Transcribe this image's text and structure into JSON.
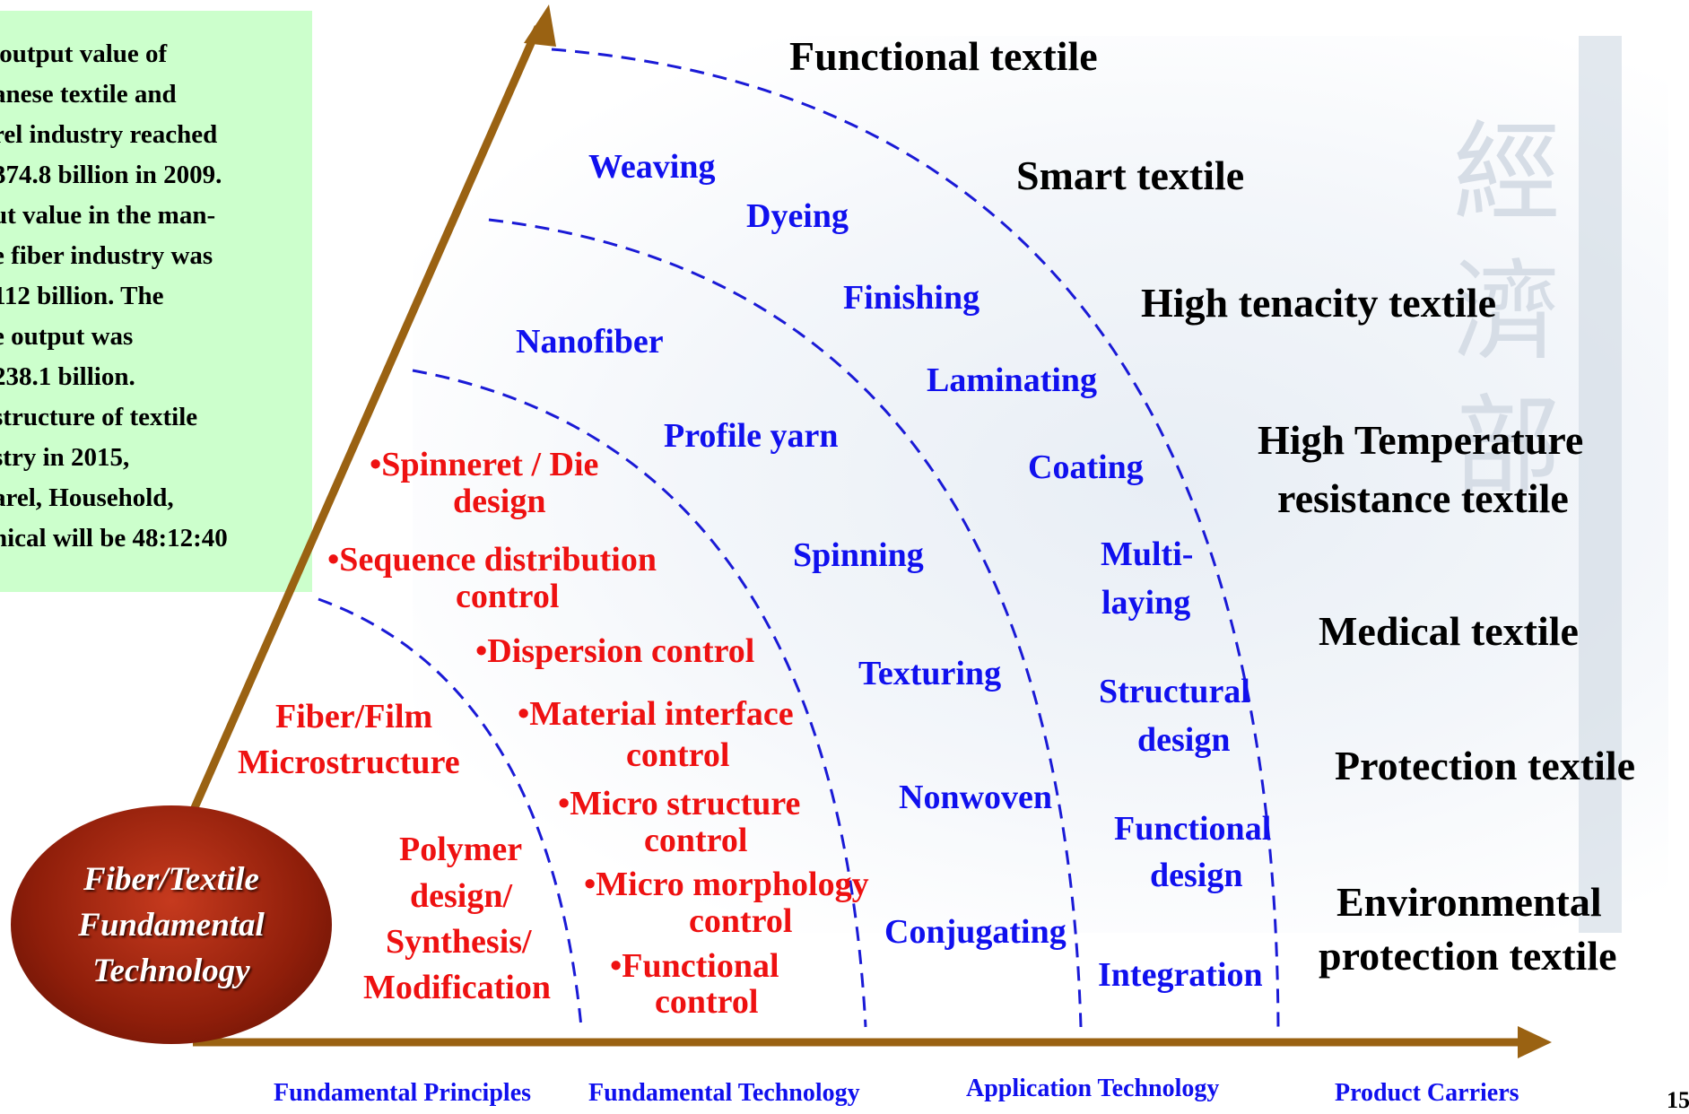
{
  "info_box": {
    "text": " output value of\nanese textile and\nrel industry reached\n374.8 billion in 2009.\nut value in the man-\ne fiber industry was\n112 billion. The\ne output was\n238.1 billion.\nstructure of textile\nstry in 2015,\narel, Household,\nnical will be 48:12:40"
  },
  "core": {
    "label": "Fiber/Textile\nFundamental\nTechnology"
  },
  "products": [
    "Functional textile",
    "Smart textile",
    "High tenacity textile",
    "High Temperature",
    "resistance textile",
    "Medical textile",
    "Protection textile",
    "Environmental",
    "protection textile"
  ],
  "application_tech": [
    "Weaving",
    "Dyeing",
    "Finishing",
    "Laminating",
    "Coating",
    "Multi-",
    "laying",
    "Structural",
    "design",
    "Functional",
    "design",
    "Integration"
  ],
  "fundamental_tech_blue": [
    "Nanofiber",
    "Profile yarn",
    "Spinning",
    "Texturing",
    "Nonwoven",
    "Conjugating"
  ],
  "fundamental_tech_red": [
    "•Spinneret / Die",
    "design",
    "•Sequence distribution",
    "control",
    "•Dispersion control",
    "•Material interface",
    "control",
    "•Micro structure",
    "control",
    "•Micro morphology",
    "control",
    "•Functional",
    "control"
  ],
  "fundamental_principles": [
    "Fiber/Film",
    "Microstructure",
    "Polymer",
    "design/",
    "Synthesis/",
    "Modification"
  ],
  "axis_labels": [
    "Fundamental Principles",
    "Fundamental Technology",
    "Application Technology",
    "Product Carriers"
  ],
  "background_chars": [
    "經",
    "濟",
    "部"
  ],
  "page_number": "15",
  "colors": {
    "axis": "#9a6212",
    "arc": "#1a1ad6",
    "blue_text": "#1010ee",
    "red_text": "#ee1111",
    "info_bg": "#ccffcc"
  }
}
